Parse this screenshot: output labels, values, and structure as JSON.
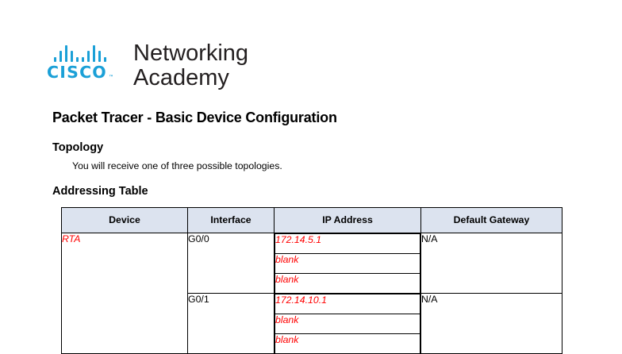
{
  "logo": {
    "brand": "CISCO",
    "trademark": "™",
    "line1": "Networking",
    "line2": "Academy",
    "bar_pattern": [
      "s",
      "m",
      "l",
      "m",
      "s",
      "s",
      "m",
      "l",
      "m",
      "s"
    ],
    "brand_color": "#1ba0d7",
    "word_color": "#231f20"
  },
  "document": {
    "title": "Packet Tracer - Basic Device Configuration",
    "sections": {
      "topology": {
        "heading": "Topology",
        "body": "You will receive one of three possible topologies."
      },
      "addressing": {
        "heading": "Addressing Table"
      }
    }
  },
  "addressing_table": {
    "header_bg": "#dce3ef",
    "answer_color": "#ff0000",
    "columns": [
      "Device",
      "Interface",
      "IP Address",
      "Default Gateway"
    ],
    "rows": [
      {
        "device": "RTA",
        "device_is_answer": true,
        "groups": [
          {
            "interface": "G0/0",
            "ip_values": [
              "172.14.5.1",
              "blank",
              "blank"
            ],
            "gateway": "N/A"
          },
          {
            "interface": "G0/1",
            "ip_values": [
              "172.14.10.1",
              "blank",
              "blank"
            ],
            "gateway": "N/A"
          }
        ]
      }
    ]
  }
}
